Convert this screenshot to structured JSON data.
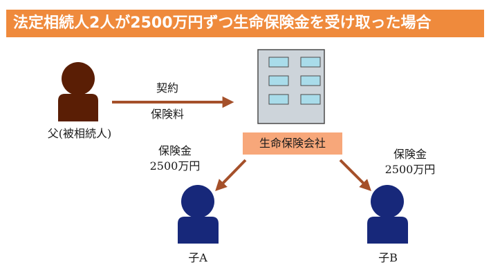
{
  "title": "法定相続人2人が2500万円ずつ生命保険金を受け取った場合",
  "colors": {
    "banner": "#ef8a3c",
    "company_box": "#f7a77a",
    "father": "#5a1e05",
    "children": "#17287a",
    "arrow": "#a5502a",
    "building": "#cdd4da",
    "window": "#a9dcea"
  },
  "father": {
    "label": "父(被相続人)"
  },
  "contract_arrow": {
    "top_label": "契約",
    "bottom_label": "保険料"
  },
  "company": {
    "label": "生命保険会社"
  },
  "payout_left": {
    "line1": "保険金",
    "line2": "2500万円"
  },
  "payout_right": {
    "line1": "保険金",
    "line2": "2500万円"
  },
  "child_a": {
    "label": "子A"
  },
  "child_b": {
    "label": "子B"
  }
}
